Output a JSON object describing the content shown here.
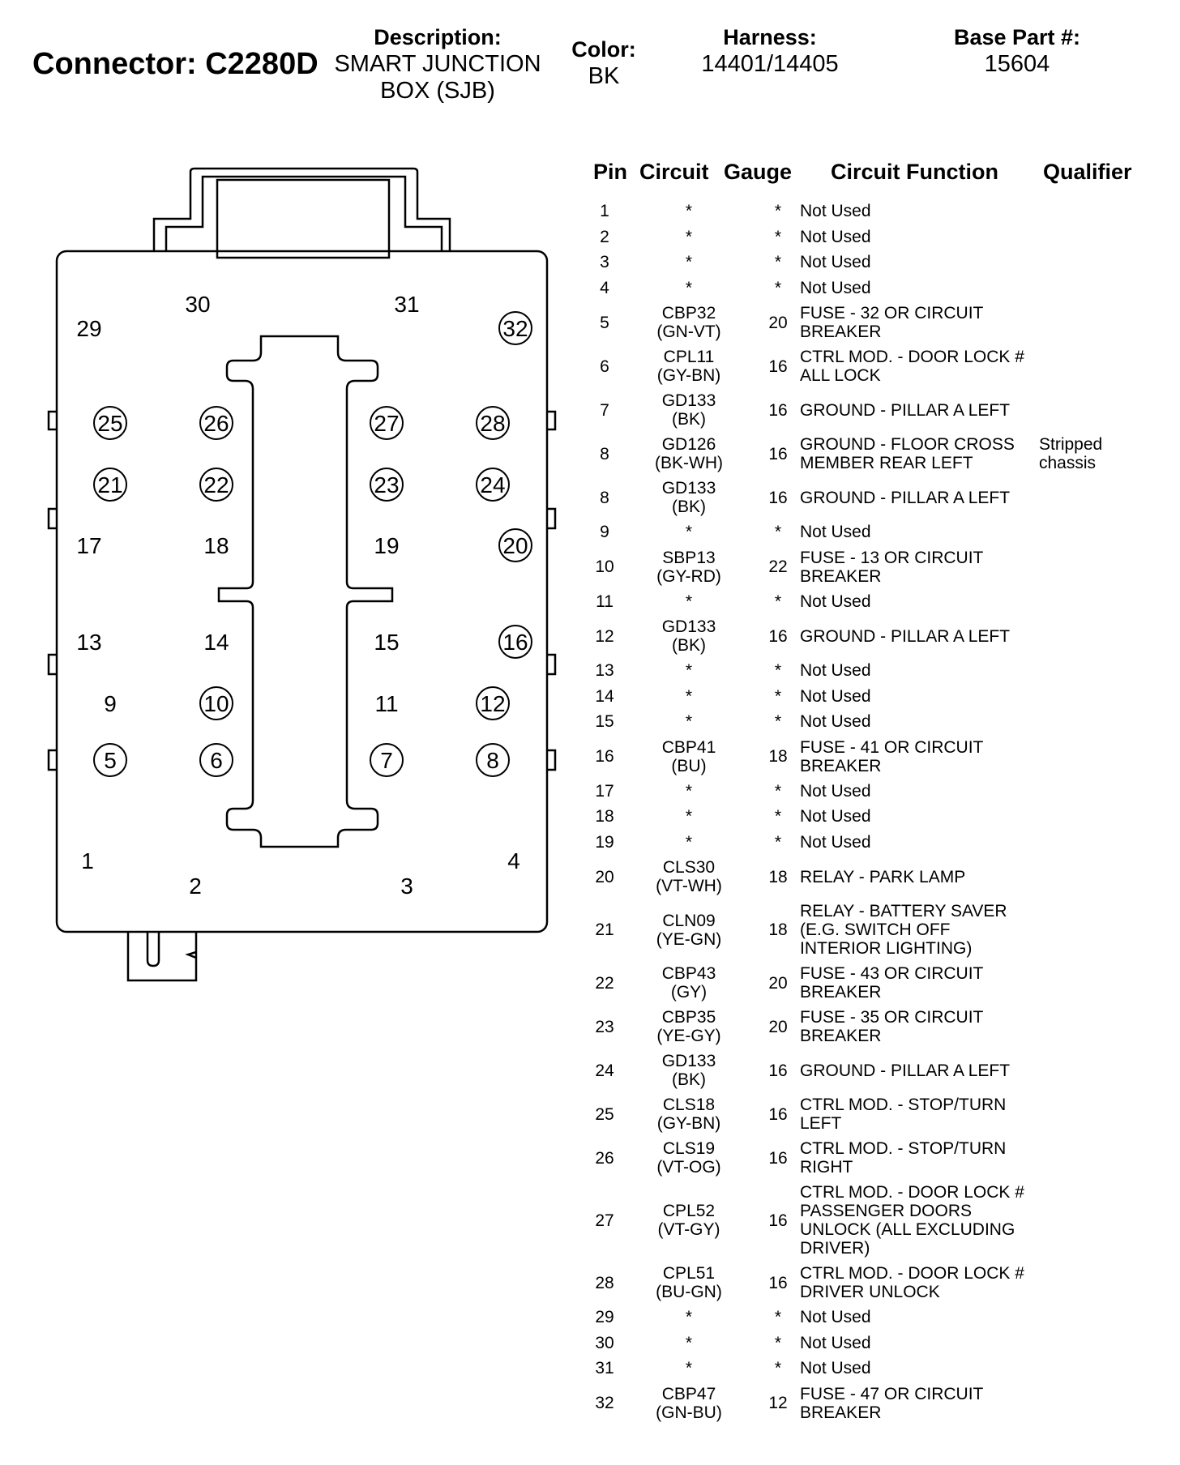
{
  "header": {
    "connector_label": "Connector:",
    "connector_id": "C2280D",
    "description_label": "Description:",
    "description_line1": "SMART JUNCTION",
    "description_line2": "BOX (SJB)",
    "color_label": "Color:",
    "color_value": "BK",
    "harness_label": "Harness:",
    "harness_value": "14401/14405",
    "base_part_label": "Base Part #:",
    "base_part_value": "15604"
  },
  "table_headers": {
    "pin": "Pin",
    "circuit": "Circuit",
    "gauge": "Gauge",
    "function": "Circuit Function",
    "qualifier": "Qualifier"
  },
  "pins": [
    {
      "pin": "1",
      "circuit": [
        "*"
      ],
      "gauge": "*",
      "function": [
        "Not Used"
      ],
      "qualifier": []
    },
    {
      "pin": "2",
      "circuit": [
        "*"
      ],
      "gauge": "*",
      "function": [
        "Not Used"
      ],
      "qualifier": []
    },
    {
      "pin": "3",
      "circuit": [
        "*"
      ],
      "gauge": "*",
      "function": [
        "Not Used"
      ],
      "qualifier": []
    },
    {
      "pin": "4",
      "circuit": [
        "*"
      ],
      "gauge": "*",
      "function": [
        "Not Used"
      ],
      "qualifier": []
    },
    {
      "pin": "5",
      "circuit": [
        "CBP32",
        "(GN-VT)"
      ],
      "gauge": "20",
      "function": [
        "FUSE - 32 OR CIRCUIT",
        "BREAKER"
      ],
      "qualifier": []
    },
    {
      "pin": "6",
      "circuit": [
        "CPL11",
        "(GY-BN)"
      ],
      "gauge": "16",
      "function": [
        "CTRL MOD. - DOOR LOCK #",
        "ALL LOCK"
      ],
      "qualifier": []
    },
    {
      "pin": "7",
      "circuit": [
        "GD133",
        "(BK)"
      ],
      "gauge": "16",
      "function": [
        "GROUND - PILLAR A LEFT"
      ],
      "qualifier": []
    },
    {
      "pin": "8",
      "circuit": [
        "GD126",
        "(BK-WH)"
      ],
      "gauge": "16",
      "function": [
        "GROUND - FLOOR CROSS",
        "MEMBER REAR LEFT"
      ],
      "qualifier": [
        "Stripped",
        "chassis"
      ]
    },
    {
      "pin": "8",
      "circuit": [
        "GD133",
        "(BK)"
      ],
      "gauge": "16",
      "function": [
        "GROUND - PILLAR A LEFT"
      ],
      "qualifier": []
    },
    {
      "pin": "9",
      "circuit": [
        "*"
      ],
      "gauge": "*",
      "function": [
        "Not Used"
      ],
      "qualifier": []
    },
    {
      "pin": "10",
      "circuit": [
        "SBP13",
        "(GY-RD)"
      ],
      "gauge": "22",
      "function": [
        "FUSE - 13 OR CIRCUIT",
        "BREAKER"
      ],
      "qualifier": []
    },
    {
      "pin": "11",
      "circuit": [
        "*"
      ],
      "gauge": "*",
      "function": [
        "Not Used"
      ],
      "qualifier": []
    },
    {
      "pin": "12",
      "circuit": [
        "GD133",
        "(BK)"
      ],
      "gauge": "16",
      "function": [
        "GROUND - PILLAR A LEFT"
      ],
      "qualifier": []
    },
    {
      "pin": "13",
      "circuit": [
        "*"
      ],
      "gauge": "*",
      "function": [
        "Not Used"
      ],
      "qualifier": []
    },
    {
      "pin": "14",
      "circuit": [
        "*"
      ],
      "gauge": "*",
      "function": [
        "Not Used"
      ],
      "qualifier": []
    },
    {
      "pin": "15",
      "circuit": [
        "*"
      ],
      "gauge": "*",
      "function": [
        "Not Used"
      ],
      "qualifier": []
    },
    {
      "pin": "16",
      "circuit": [
        "CBP41",
        "(BU)"
      ],
      "gauge": "18",
      "function": [
        "FUSE - 41 OR CIRCUIT",
        "BREAKER"
      ],
      "qualifier": []
    },
    {
      "pin": "17",
      "circuit": [
        "*"
      ],
      "gauge": "*",
      "function": [
        "Not Used"
      ],
      "qualifier": []
    },
    {
      "pin": "18",
      "circuit": [
        "*"
      ],
      "gauge": "*",
      "function": [
        "Not Used"
      ],
      "qualifier": []
    },
    {
      "pin": "19",
      "circuit": [
        "*"
      ],
      "gauge": "*",
      "function": [
        "Not Used"
      ],
      "qualifier": []
    },
    {
      "pin": "20",
      "circuit": [
        "CLS30",
        "(VT-WH)"
      ],
      "gauge": "18",
      "function": [
        "RELAY - PARK LAMP"
      ],
      "qualifier": []
    },
    {
      "pin": "21",
      "circuit": [
        "CLN09",
        "(YE-GN)"
      ],
      "gauge": "18",
      "function": [
        "RELAY - BATTERY SAVER",
        "(E.G. SWITCH OFF",
        "INTERIOR LIGHTING)"
      ],
      "qualifier": []
    },
    {
      "pin": "22",
      "circuit": [
        "CBP43",
        "(GY)"
      ],
      "gauge": "20",
      "function": [
        "FUSE - 43 OR CIRCUIT",
        "BREAKER"
      ],
      "qualifier": []
    },
    {
      "pin": "23",
      "circuit": [
        "CBP35",
        "(YE-GY)"
      ],
      "gauge": "20",
      "function": [
        "FUSE - 35 OR CIRCUIT",
        "BREAKER"
      ],
      "qualifier": []
    },
    {
      "pin": "24",
      "circuit": [
        "GD133",
        "(BK)"
      ],
      "gauge": "16",
      "function": [
        "GROUND - PILLAR A LEFT"
      ],
      "qualifier": []
    },
    {
      "pin": "25",
      "circuit": [
        "CLS18",
        "(GY-BN)"
      ],
      "gauge": "16",
      "function": [
        "CTRL MOD. - STOP/TURN",
        "LEFT"
      ],
      "qualifier": []
    },
    {
      "pin": "26",
      "circuit": [
        "CLS19",
        "(VT-OG)"
      ],
      "gauge": "16",
      "function": [
        "CTRL MOD. - STOP/TURN",
        "RIGHT"
      ],
      "qualifier": []
    },
    {
      "pin": "27",
      "circuit": [
        "CPL52",
        "(VT-GY)"
      ],
      "gauge": "16",
      "function": [
        "CTRL MOD. - DOOR LOCK #",
        "PASSENGER DOORS",
        "UNLOCK (ALL EXCLUDING",
        "DRIVER)"
      ],
      "qualifier": []
    },
    {
      "pin": "28",
      "circuit": [
        "CPL51",
        "(BU-GN)"
      ],
      "gauge": "16",
      "function": [
        "CTRL MOD. - DOOR LOCK #",
        "DRIVER UNLOCK"
      ],
      "qualifier": []
    },
    {
      "pin": "29",
      "circuit": [
        "*"
      ],
      "gauge": "*",
      "function": [
        "Not Used"
      ],
      "qualifier": []
    },
    {
      "pin": "30",
      "circuit": [
        "*"
      ],
      "gauge": "*",
      "function": [
        "Not Used"
      ],
      "qualifier": []
    },
    {
      "pin": "31",
      "circuit": [
        "*"
      ],
      "gauge": "*",
      "function": [
        "Not Used"
      ],
      "qualifier": []
    },
    {
      "pin": "32",
      "circuit": [
        "CBP47",
        "(GN-BU)"
      ],
      "gauge": "12",
      "function": [
        "FUSE - 47 OR CIRCUIT",
        "BREAKER"
      ],
      "qualifier": []
    }
  ],
  "diagram_pins": [
    {
      "n": "1",
      "circled": false
    },
    {
      "n": "2",
      "circled": false
    },
    {
      "n": "3",
      "circled": false
    },
    {
      "n": "4",
      "circled": false
    },
    {
      "n": "5",
      "circled": true
    },
    {
      "n": "6",
      "circled": true
    },
    {
      "n": "7",
      "circled": true
    },
    {
      "n": "8",
      "circled": true
    },
    {
      "n": "9",
      "circled": false
    },
    {
      "n": "10",
      "circled": true
    },
    {
      "n": "11",
      "circled": false
    },
    {
      "n": "12",
      "circled": true
    },
    {
      "n": "13",
      "circled": false
    },
    {
      "n": "14",
      "circled": false
    },
    {
      "n": "15",
      "circled": false
    },
    {
      "n": "16",
      "circled": true
    },
    {
      "n": "17",
      "circled": false
    },
    {
      "n": "18",
      "circled": false
    },
    {
      "n": "19",
      "circled": false
    },
    {
      "n": "20",
      "circled": true
    },
    {
      "n": "21",
      "circled": true
    },
    {
      "n": "22",
      "circled": true
    },
    {
      "n": "23",
      "circled": true
    },
    {
      "n": "24",
      "circled": true
    },
    {
      "n": "25",
      "circled": true
    },
    {
      "n": "26",
      "circled": true
    },
    {
      "n": "27",
      "circled": true
    },
    {
      "n": "28",
      "circled": true
    },
    {
      "n": "29",
      "circled": false
    },
    {
      "n": "30",
      "circled": false
    },
    {
      "n": "31",
      "circled": false
    },
    {
      "n": "32",
      "circled": true
    }
  ]
}
